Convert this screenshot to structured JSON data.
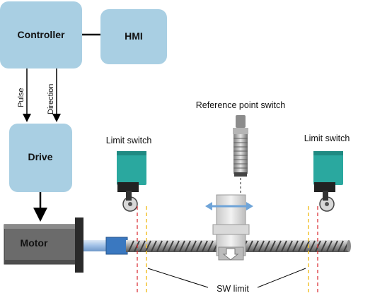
{
  "diagram": {
    "controller_label": "Controller",
    "hmi_label": "HMI",
    "drive_label": "Drive",
    "motor_label": "Motor",
    "pulse_label": "Pulse",
    "direction_label": "Direction",
    "limit_switch_left_label": "Limit switch",
    "limit_switch_right_label": "Limit switch",
    "reference_switch_label": "Reference point switch",
    "sw_limit_label": "SW limit"
  },
  "colors": {
    "box_fill": "#a9cfe3",
    "motor_fill": "#6b6b6b",
    "sensor_teal": "#2aa89f",
    "hard_limit_line": "#d9242b",
    "soft_limit_line": "#f2c22e",
    "shaft_blue": "#3a78c0",
    "carriage_arrow": "#6fa4d8"
  }
}
